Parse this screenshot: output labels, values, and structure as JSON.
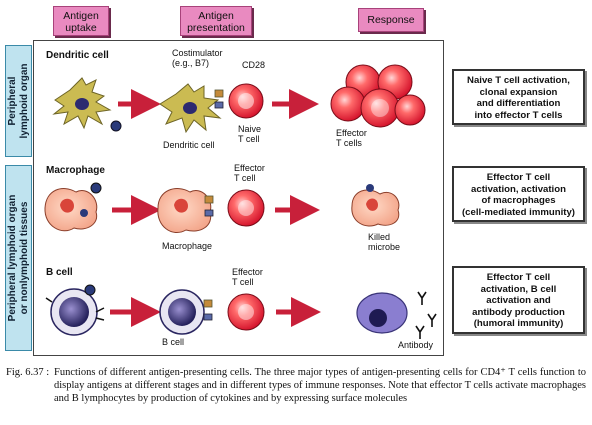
{
  "headers": {
    "uptake": [
      "Antigen",
      "uptake"
    ],
    "presentation": [
      "Antigen",
      "presentation"
    ],
    "response": "Response"
  },
  "side_labels": {
    "top": [
      "Peripheral",
      "lymphoid organ"
    ],
    "bottom": [
      "Peripheral lymphoid organ",
      "or nonlymphoid tissues"
    ]
  },
  "rows": {
    "dendritic": {
      "title": "Dendritic cell",
      "costimulator": [
        "Costimulator",
        "(e.g., B7)"
      ],
      "cd28": "CD28",
      "dendritic_cell_label": "Dendritic cell",
      "naive_t": [
        "Naive",
        "T cell"
      ],
      "effector_t": [
        "Effector",
        "T cells"
      ],
      "response": [
        "Naive T cell activation,",
        "clonal expansion",
        "and differentiation",
        "into effector T cells"
      ]
    },
    "macrophage": {
      "title": "Macrophage",
      "effector_t": [
        "Effector",
        "T cell"
      ],
      "macrophage_label": "Macrophage",
      "killed_microbe": [
        "Killed",
        "microbe"
      ],
      "response": [
        "Effector T cell",
        "activation, activation",
        "of macrophages",
        "(cell-mediated immunity)"
      ]
    },
    "bcell": {
      "title": "B cell",
      "effector_t": [
        "Effector",
        "T cell"
      ],
      "bcell_label": "B cell",
      "antibody": "Antibody",
      "response": [
        "Effector T cell",
        "activation, B cell",
        "activation and",
        "antibody production",
        "(humoral immunity)"
      ]
    }
  },
  "caption": {
    "fig": "Fig. 6.37 :",
    "text": "Functions of different antigen-presenting cells. The three major types of antigen-presenting cells for CD4⁺ T cells function to display antigens at different stages and in different types of immune responses. Note that effector T cells activate macrophages and B lymphocytes by production of cytokines and by expressing surface molecules"
  },
  "colors": {
    "header_pink": "#e98ac0",
    "side_blue": "#bfe3ef",
    "arrow_red": "#c8203a",
    "tcell_red": "#e4202f",
    "dendritic_olive": "#b8a84a",
    "bcell_purple": "#6a5fa8"
  }
}
